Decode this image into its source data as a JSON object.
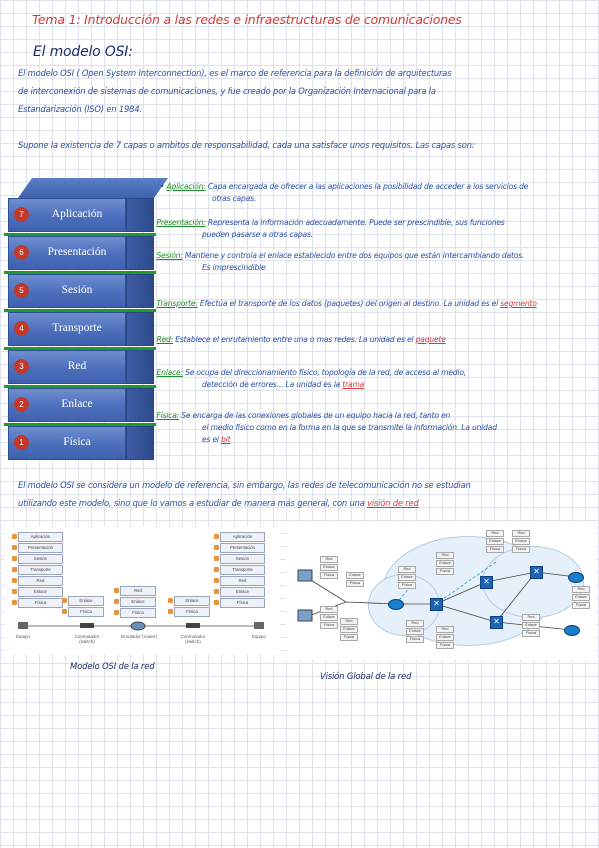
{
  "title": "Tema 1: Introducción a las redes e infraestructuras de comunicaciones",
  "subtitle": "El modelo OSI:",
  "intro": [
    "El modelo OSI ( Open System Interconnection), es el marco de referencia para la definición de arquitecturas",
    "de interconexión de sistemas de comunicaciones, y fue creado por la Organización Internacional para la",
    "Estandarización (ISO) en 1984."
  ],
  "layers_intro": "Supone la existencia de 7 capas o ambitos de responsabilidad, cada una satisface unos requisitos. Las capas son:",
  "layers": [
    {
      "num": "7",
      "name": "Aplicación"
    },
    {
      "num": "6",
      "name": "Presentación"
    },
    {
      "num": "5",
      "name": "Sesión"
    },
    {
      "num": "4",
      "name": "Transporte"
    },
    {
      "num": "3",
      "name": "Red"
    },
    {
      "num": "2",
      "name": "Enlace"
    },
    {
      "num": "1",
      "name": "Física"
    }
  ],
  "descriptions": {
    "aplicacion": {
      "term": "Aplicación:",
      "line1": "Capa encargada de ofrecer a las aplicaciones la posibilidad de acceder a los servicios de",
      "line2": "otras capas."
    },
    "presentacion": {
      "term": "Presentación:",
      "line1": "Representa la información adecuadamente. Puede ser prescindible, sus funciones",
      "line2": "pueden pasarse a otras capas."
    },
    "sesion": {
      "term": "Sesión:",
      "line1": "Mantiene y controla el enlace establecido entre dos equipos que están intercambiando datos.",
      "line2": "Es imprescindible"
    },
    "transporte": {
      "term": "Transporte:",
      "line1": "Efectúa el transporte de los datos (paquetes) del origen al destino. La unidad es el",
      "unit": "segmento"
    },
    "red": {
      "term": "Red:",
      "line1": "Establece el enrutamiento entre una o mas redes. La unidad es el",
      "unit": "paquete"
    },
    "enlace": {
      "term": "Enlace:",
      "line1": "Se ocupa del direccionamiento físico, topología de la red, de acceso al medio,",
      "line2": "detección de errores... La unidad es la",
      "unit": "trama"
    },
    "fisica": {
      "term": "Física:",
      "line1": "Se encarga de las conexiones globales de un equipo hacia la red, tanto en",
      "line2": "el medio físico como en la forma en la que se transmite la información. La unidad",
      "line3": "es el",
      "unit": "bit"
    }
  },
  "conclusion": [
    "El modelo OSI se considera un modelo de referencia, sin embargo, las redes de telecomunicación no se estudian",
    "utilizando este modelo, sino que lo vamos a estudiar de manera más general, con una"
  ],
  "conclusion_highlight": "visión de red",
  "figure_left": {
    "caption": "Modelo OSI de la red",
    "stack7": [
      "Aplicación",
      "Presentación",
      "Sesión",
      "Transporte",
      "Red",
      "Enlace",
      "Física"
    ],
    "stack3": [
      "Red",
      "Enlace",
      "Física"
    ],
    "stack2": [
      "Enlace",
      "Física"
    ],
    "devices": [
      "Equipo",
      "Conmutador (switch)",
      "Enrutador (router)",
      "Conmutador (switch)",
      "Equipo"
    ]
  },
  "figure_right": {
    "caption": "Visión Global de la red",
    "tags": [
      "Red",
      "Enlace",
      "Física"
    ]
  },
  "colors": {
    "ink": "#2b4fa6",
    "title": "#d23a3a",
    "term": "#1f8d2a",
    "layer": "#4c6fbd",
    "badge": "#c0392b"
  }
}
